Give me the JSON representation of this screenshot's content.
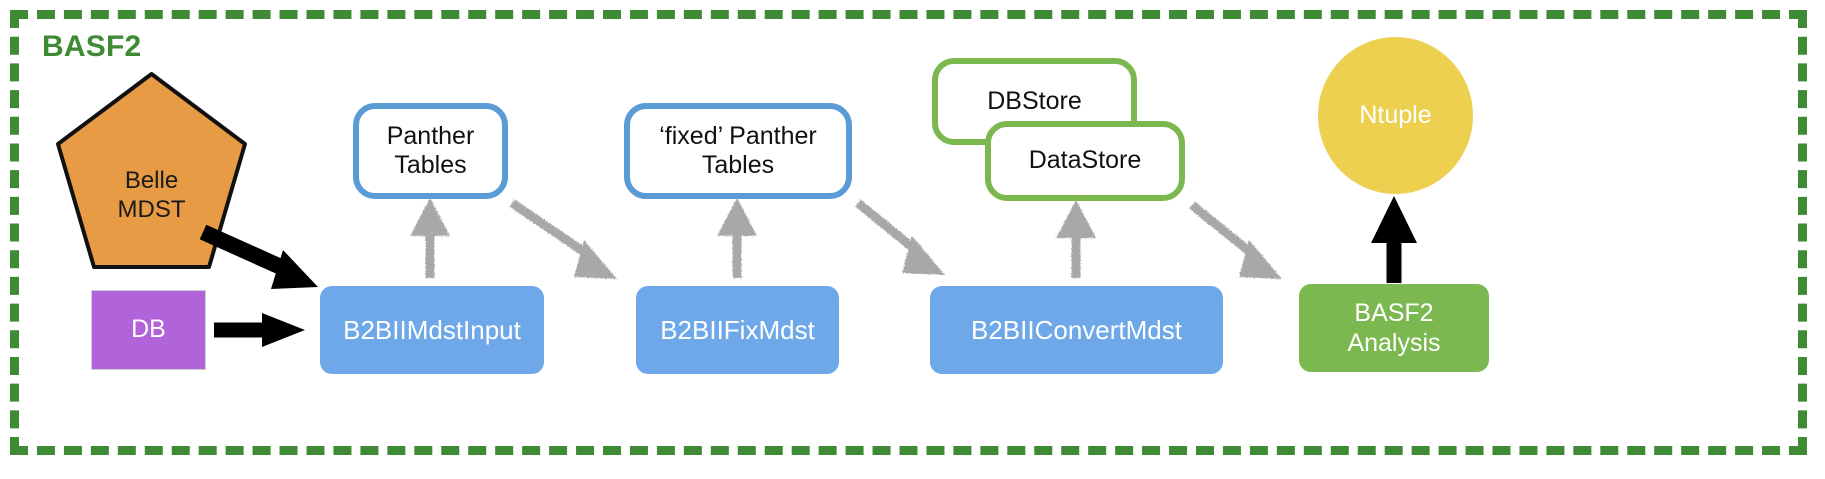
{
  "frame": {
    "title": "BASF2",
    "border_color": "#3f8a35",
    "style": "dashed"
  },
  "nodes": {
    "belle_mdst": {
      "label_line1": "Belle",
      "label_line2": "MDST",
      "shape": "pentagon",
      "fill": "#e89b45",
      "stroke": "#111111"
    },
    "db": {
      "label": "DB",
      "shape": "rectangle",
      "fill": "#b163da",
      "text_color": "#ffffff"
    },
    "panther_tables": {
      "label_line1": "Panther",
      "label_line2": "Tables",
      "shape": "rounded-rectangle-outline",
      "stroke": "#5b9bd5",
      "fill": "#ffffff"
    },
    "fixed_panther_tables": {
      "label_line1": "‘fixed’ Panther",
      "label_line2": "Tables",
      "shape": "rounded-rectangle-outline",
      "stroke": "#5b9bd5",
      "fill": "#ffffff"
    },
    "dbstore": {
      "label": "DBStore",
      "shape": "rounded-rectangle-outline",
      "stroke": "#7cb850",
      "fill": "#ffffff"
    },
    "datastore": {
      "label": "DataStore",
      "shape": "rounded-rectangle-outline",
      "stroke": "#7cb850",
      "fill": "#ffffff"
    },
    "ntuple": {
      "label": "Ntuple",
      "shape": "ellipse",
      "fill": "#edd04f",
      "text_color": "#ffffff"
    },
    "module_mdst_input": {
      "label": "B2BIIMdstInput",
      "shape": "rounded-rectangle",
      "fill": "#6fa8e8",
      "text_color": "#ffffff"
    },
    "module_fix_mdst": {
      "label": "B2BIIFixMdst",
      "shape": "rounded-rectangle",
      "fill": "#6fa8e8",
      "text_color": "#ffffff"
    },
    "module_convert_mdst": {
      "label": "B2BIIConvertMdst",
      "shape": "rounded-rectangle",
      "fill": "#6fa8e8",
      "text_color": "#ffffff"
    },
    "basf2_analysis": {
      "label_line1": "BASF2",
      "label_line2": "Analysis",
      "shape": "rounded-rectangle",
      "fill": "#7cb850",
      "text_color": "#ffffff"
    }
  },
  "edges": [
    {
      "from": "belle_mdst",
      "to": "module_mdst_input",
      "style": "solid",
      "color": "#000000"
    },
    {
      "from": "db",
      "to": "module_mdst_input",
      "style": "solid",
      "color": "#000000"
    },
    {
      "from": "module_mdst_input",
      "to": "panther_tables",
      "style": "rough",
      "color": "#a8a8a8"
    },
    {
      "from": "panther_tables",
      "to": "module_fix_mdst",
      "style": "rough",
      "color": "#a8a8a8"
    },
    {
      "from": "module_fix_mdst",
      "to": "fixed_panther_tables",
      "style": "rough",
      "color": "#a8a8a8"
    },
    {
      "from": "fixed_panther_tables",
      "to": "module_convert_mdst",
      "style": "rough",
      "color": "#a8a8a8"
    },
    {
      "from": "module_convert_mdst",
      "to": "datastore",
      "style": "rough",
      "color": "#a8a8a8"
    },
    {
      "from": "datastore",
      "to": "basf2_analysis",
      "style": "rough",
      "color": "#a8a8a8"
    },
    {
      "from": "basf2_analysis",
      "to": "ntuple",
      "style": "solid",
      "color": "#000000"
    }
  ]
}
